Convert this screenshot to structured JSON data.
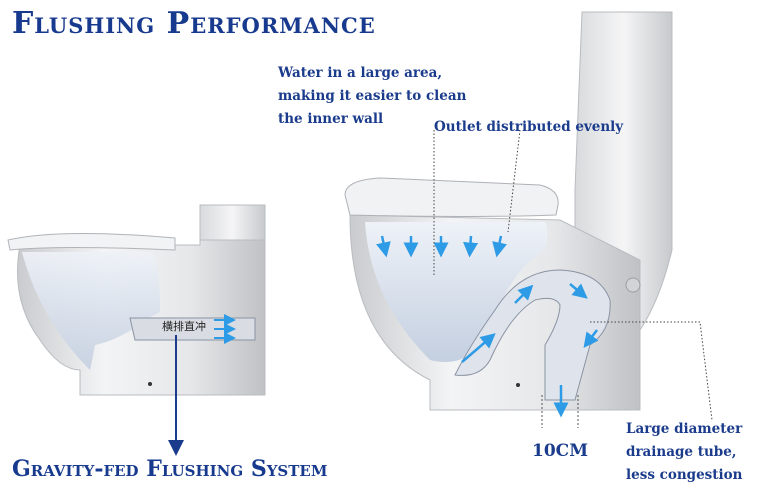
{
  "title": "Flushing Performance",
  "subtitle": "Gravity-fed Flushing System",
  "notes": {
    "water_area": [
      "Water in a large area,",
      "making it easier to clean",
      "the inner wall"
    ],
    "outlet": "Outlet distributed evenly",
    "drainage": [
      "Large diameter",
      "drainage tube,",
      "less congestion"
    ]
  },
  "dimension_label": "10CM",
  "outlet_label_cn": "横排直冲",
  "colors": {
    "text": "#1b3c8c",
    "arrow": "#2e9be6",
    "porcelain": "#e9eaec"
  }
}
